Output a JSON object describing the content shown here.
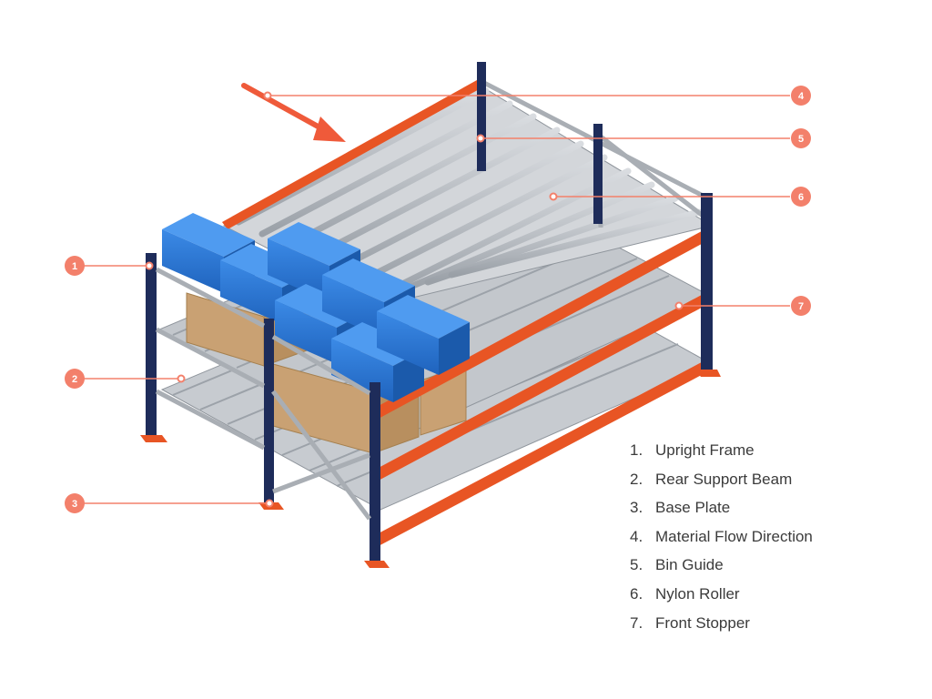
{
  "colors": {
    "upright": "#1e2c5a",
    "beam": "#e85524",
    "roller": "#b9bdc3",
    "bin": "#2d7ad6",
    "box": "#c9a173",
    "callout": "#f3806b"
  },
  "callouts": [
    {
      "id": 1,
      "label": "1"
    },
    {
      "id": 2,
      "label": "2"
    },
    {
      "id": 3,
      "label": "3"
    },
    {
      "id": 4,
      "label": "4"
    },
    {
      "id": 5,
      "label": "5"
    },
    {
      "id": 6,
      "label": "6"
    },
    {
      "id": 7,
      "label": "7"
    }
  ],
  "legend": [
    {
      "number": "1.",
      "label": "Upright Frame"
    },
    {
      "number": "2.",
      "label": "Rear Support Beam"
    },
    {
      "number": "3.",
      "label": "Base Plate"
    },
    {
      "number": "4.",
      "label": "Material Flow Direction"
    },
    {
      "number": "5.",
      "label": "Bin Guide"
    },
    {
      "number": "6.",
      "label": "Nylon Roller"
    },
    {
      "number": "7.",
      "label": "Front Stopper"
    }
  ]
}
